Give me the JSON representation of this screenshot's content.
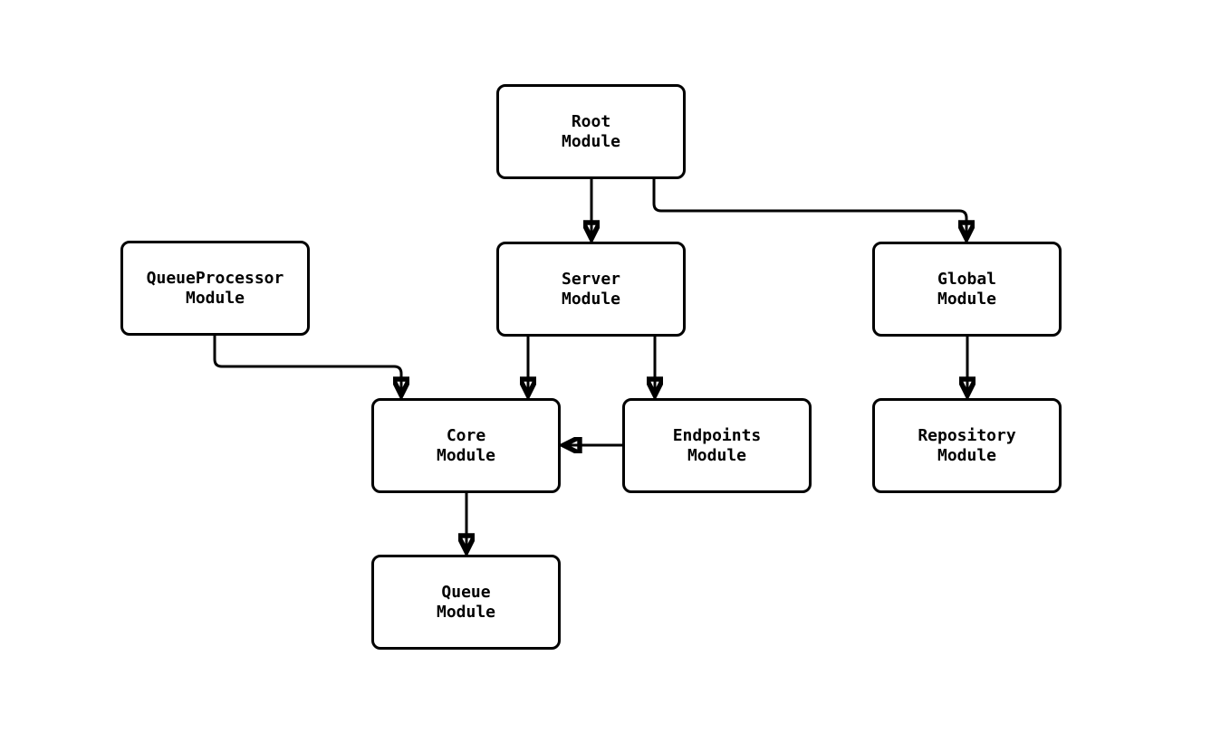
{
  "diagram": {
    "type": "flowchart",
    "background_color": "#ffffff",
    "node_fill_color": "#ffffff",
    "node_stroke_color": "#000000",
    "edge_color": "#000000",
    "nodes": {
      "root": {
        "label": "Root\nModule"
      },
      "queue_processor": {
        "label": "QueueProcessor\nModule"
      },
      "server": {
        "label": "Server\nModule"
      },
      "global": {
        "label": "Global\nModule"
      },
      "core": {
        "label": "Core\nModule"
      },
      "endpoints": {
        "label": "Endpoints\nModule"
      },
      "repository": {
        "label": "Repository\nModule"
      },
      "queue": {
        "label": "Queue\nModule"
      }
    },
    "edges": [
      {
        "from": "Root Module",
        "to": "Server Module"
      },
      {
        "from": "Root Module",
        "to": "Global Module"
      },
      {
        "from": "QueueProcessor Module",
        "to": "Core Module"
      },
      {
        "from": "Server Module",
        "to": "Core Module"
      },
      {
        "from": "Server Module",
        "to": "Endpoints Module"
      },
      {
        "from": "Endpoints Module",
        "to": "Core Module"
      },
      {
        "from": "Global Module",
        "to": "Repository Module"
      },
      {
        "from": "Core Module",
        "to": "Queue Module"
      }
    ]
  }
}
